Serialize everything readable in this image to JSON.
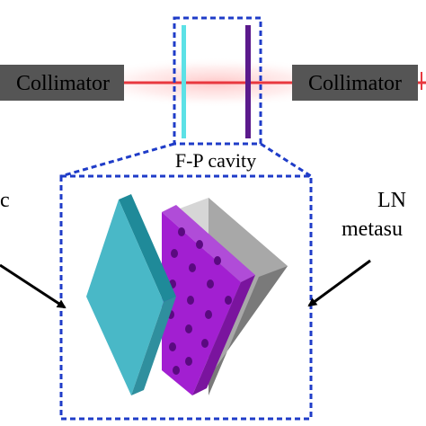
{
  "labels": {
    "collimator_left": "Collimator",
    "collimator_right": "Collimator",
    "cavity": "F-P cavity",
    "left_partial": "c",
    "right_line1": "LN",
    "right_line2": "metasu"
  },
  "colors": {
    "collimator_body": "#555555",
    "beam": "#e8383f",
    "beam_glow": "#ff9a9a",
    "mirror_left": "#5ce1e6",
    "mirror_right": "#5b1a8c",
    "dash_box": "#1f3cc8",
    "dielectric_top": "#1f8a99",
    "dielectric_front": "#49b8c7",
    "dielectric_side": "#2f8f9e",
    "metasurface_face": "#a21fd1",
    "metasurface_side": "#7a149e",
    "metasurface_top": "#b04cd8",
    "holes": "#5a0a80",
    "substrate_top": "#d6d6d6",
    "substrate_front": "#9a9a9a",
    "substrate_side": "#7a7a7a",
    "arrow": "#000000"
  }
}
